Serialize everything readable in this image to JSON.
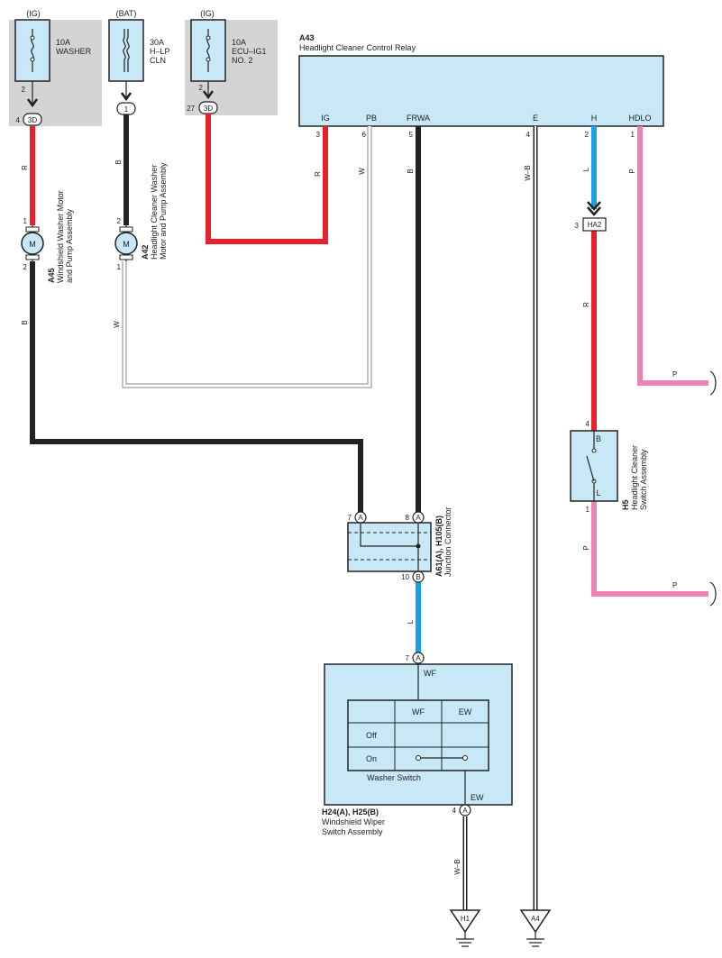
{
  "fuses": [
    {
      "source": "(IG)",
      "rating": "10A",
      "name1": "WASHER",
      "name2": "",
      "name3": "",
      "pin": "2",
      "conn_pin": "4",
      "conn": "3D"
    },
    {
      "source": "(BAT)",
      "rating": "30A",
      "name1": "H–LP",
      "name2": "CLN",
      "name3": "",
      "pin": "",
      "conn_pin": "",
      "conn": "1"
    },
    {
      "source": "(IG)",
      "rating": "10A",
      "name1": "ECU–IG1",
      "name2": "NO. 2",
      "name3": "",
      "pin": "2",
      "conn_pin": "27",
      "conn": "3D"
    }
  ],
  "relay": {
    "code": "A43",
    "name": "Headlight Cleaner Control Relay",
    "terminals": [
      {
        "label": "IG",
        "pin": "3",
        "wire": "R"
      },
      {
        "label": "PB",
        "pin": "6",
        "wire": "W"
      },
      {
        "label": "FRWA",
        "pin": "5",
        "wire": "B"
      },
      {
        "label": "E",
        "pin": "4",
        "wire": "W–B"
      },
      {
        "label": "H",
        "pin": "2",
        "wire": "L"
      },
      {
        "label": "HDLO",
        "pin": "1",
        "wire": "P"
      }
    ]
  },
  "motors": [
    {
      "code": "A45",
      "name1": "Windshield Washer Motor",
      "name2": "and Pump Assembly",
      "symbol": "M",
      "pin_top": "1",
      "pin_bottom": "2",
      "wire_top": "R",
      "wire_bottom": "B"
    },
    {
      "code": "A42",
      "name1": "Headlight Cleaner Washer",
      "name2": "Motor and Pump Assembly",
      "symbol": "M",
      "pin_top": "2",
      "pin_bottom": "1",
      "wire_top": "B",
      "wire_bottom": "W"
    }
  ],
  "ha2": {
    "label": "HA2",
    "pin": "3",
    "wire": "R"
  },
  "hdlo_wire": "P",
  "switch_h5": {
    "code": "H5",
    "name1": "Headlight Cleaner",
    "name2": "Switch Assembly",
    "term_top": "B",
    "term_bottom": "L",
    "pin_top": "4",
    "pin_bottom": "1",
    "wire_out": "P",
    "wire_right": "P"
  },
  "junction": {
    "code": "A61(A), H105(B)",
    "name": "Junction Connector",
    "pin_left": "7",
    "conn_left": "A",
    "pin_right": "8",
    "conn_right": "A",
    "pin_bottom": "10",
    "conn_bottom": "B",
    "wire_bottom": "L"
  },
  "wiper_switch": {
    "code": "H24(A), H25(B)",
    "name1": "Windshield Wiper",
    "name2": "Switch Assembly",
    "pin_top": "7",
    "conn_top": "A",
    "term_top": "WF",
    "pin_bottom": "4",
    "conn_bottom": "A",
    "term_bottom": "EW",
    "table_headers": [
      "WF",
      "EW"
    ],
    "table_rows": [
      "Off",
      "On"
    ],
    "table_caption": "Washer Switch",
    "wire_ground": "W–B"
  },
  "grounds": [
    {
      "label": "H1"
    },
    {
      "label": "A4"
    }
  ],
  "colors": {
    "red": "#e8202a",
    "black": "#222222",
    "blue": "#1aa0e6",
    "pink": "#ee82b4",
    "component_fill": "#c8e8f8",
    "fuse_area": "#d4d4d4"
  }
}
